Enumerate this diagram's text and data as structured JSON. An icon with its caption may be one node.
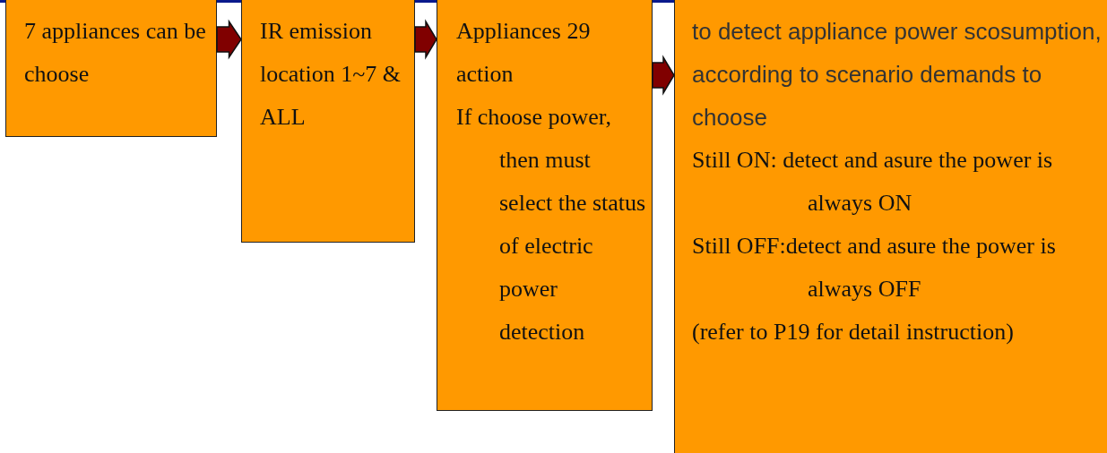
{
  "diagram": {
    "nodes": [
      {
        "text": [
          "7 appliances can be choose"
        ]
      },
      {
        "text": [
          "IR emission location 1~7 & ALL"
        ]
      },
      {
        "text": [
          "Appliances 29 action",
          "If choose power, then must select the status of electric power detection"
        ]
      },
      {
        "text": [
          "to detect appliance power scosumption, according to scenario demands to choose",
          "Still ON: detect and asure the power is always ON",
          "Still OFF:detect and asure the power is always OFF",
          "(refer to P19 for detail instruction)"
        ]
      }
    ],
    "edges": [
      {
        "from": 0,
        "to": 1,
        "arrow": "to"
      },
      {
        "from": 1,
        "to": 2,
        "arrow": "to"
      },
      {
        "from": 2,
        "to": 3,
        "arrow": "to"
      }
    ]
  }
}
